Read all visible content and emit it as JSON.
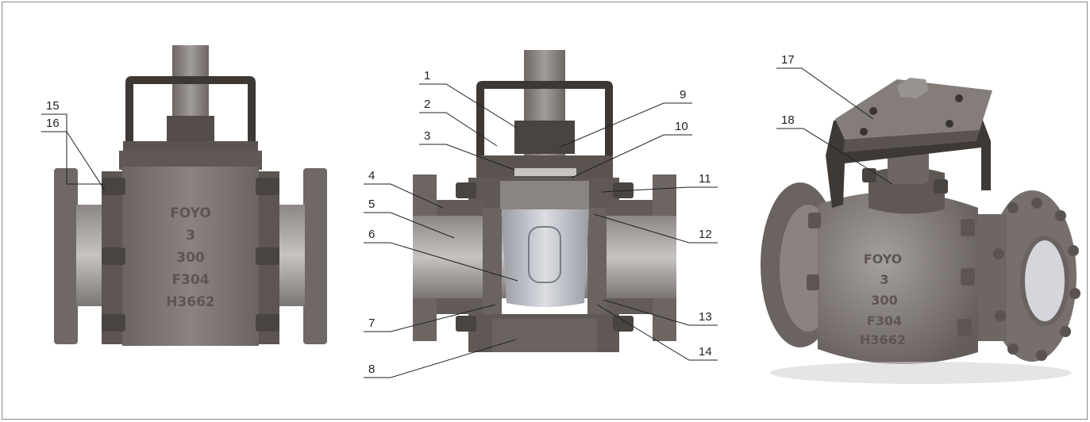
{
  "body_marking": [
    "FOYO",
    "3",
    "300",
    "F304",
    "H3662"
  ],
  "iso_marking": [
    "FOYO",
    "3",
    "300",
    "F304",
    "H3662"
  ],
  "callouts": {
    "n1": "1",
    "n2": "2",
    "n3": "3",
    "n4": "4",
    "n5": "5",
    "n6": "6",
    "n7": "7",
    "n8": "8",
    "n9": "9",
    "n10": "10",
    "n11": "11",
    "n12": "12",
    "n13": "13",
    "n14": "14",
    "n15": "15",
    "n16": "16",
    "n17": "17",
    "n18": "18"
  },
  "colors": {
    "metal_dark": "#5a5350",
    "metal_mid": "#7c7572",
    "metal_light": "#a39d9a",
    "ball_light": "#d0d2d8",
    "line": "#222222"
  }
}
